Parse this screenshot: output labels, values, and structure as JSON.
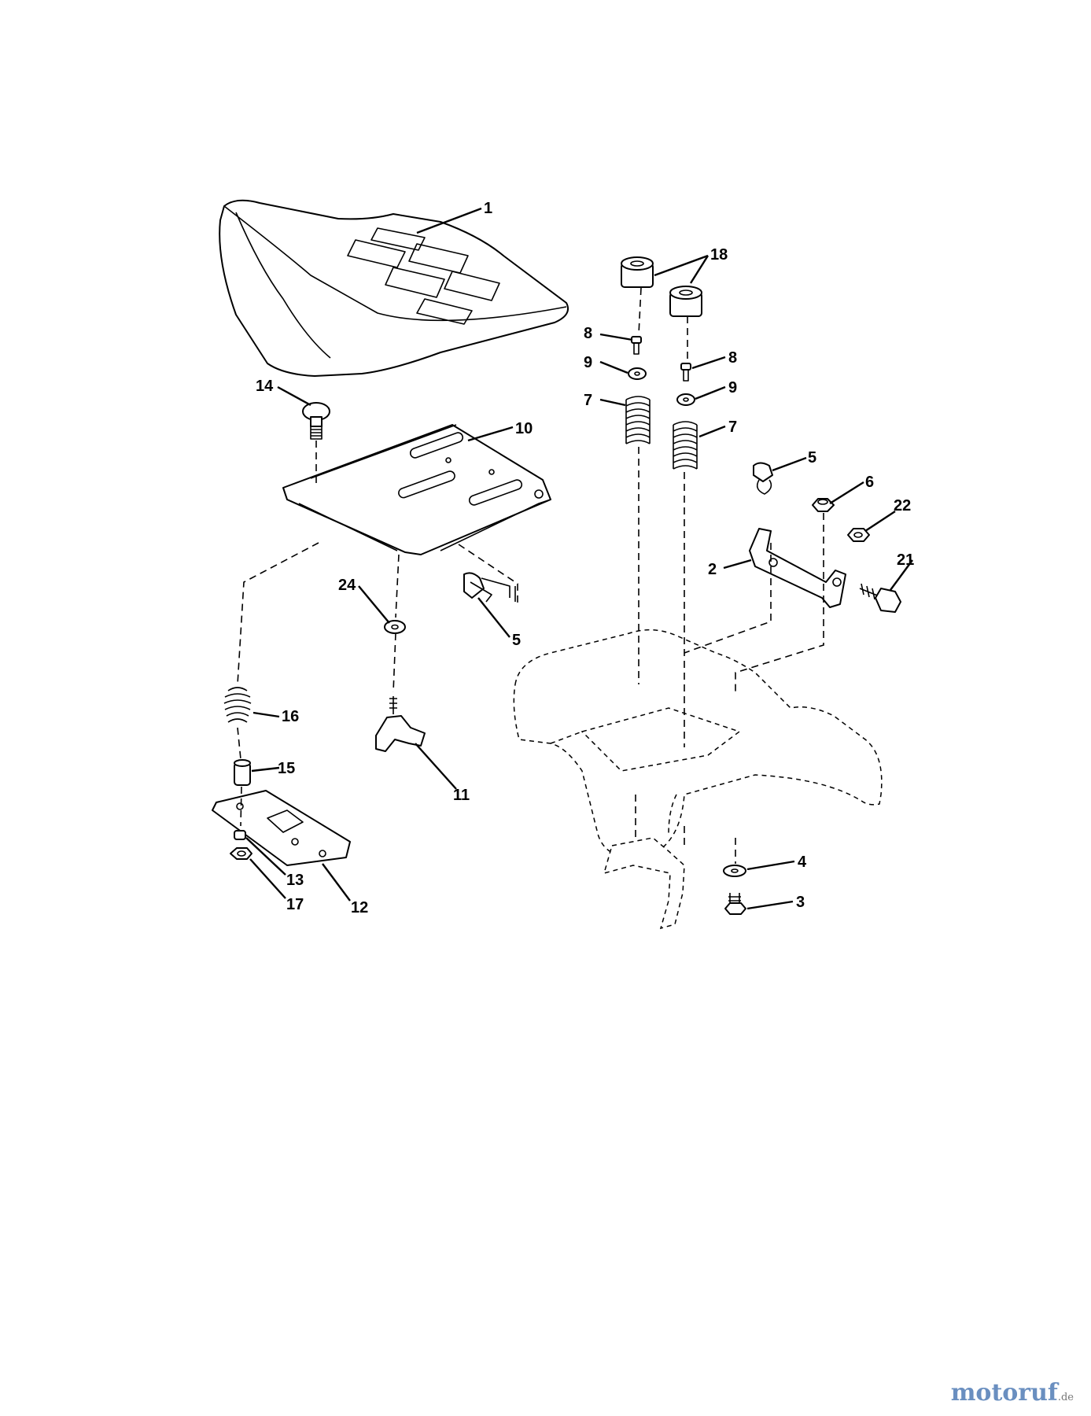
{
  "callouts": {
    "c1": "1",
    "c18": "18",
    "c8a": "8",
    "c8b": "8",
    "c9a": "9",
    "c9b": "9",
    "c7a": "7",
    "c7b": "7",
    "c14": "14",
    "c10": "10",
    "c5a": "5",
    "c5b": "5",
    "c6": "6",
    "c22": "22",
    "c2": "2",
    "c21": "21",
    "c24": "24",
    "c16": "16",
    "c15": "15",
    "c11": "11",
    "c4": "4",
    "c3": "3",
    "c13": "13",
    "c17": "17",
    "c12": "12"
  },
  "watermark": {
    "main": "motoruf",
    "tld": ".de"
  }
}
